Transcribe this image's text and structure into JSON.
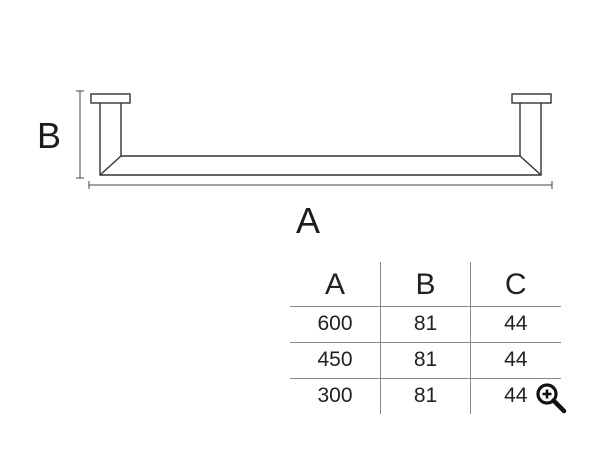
{
  "dimension_labels": {
    "height": "B",
    "width": "A"
  },
  "table": {
    "headers": [
      "A",
      "B",
      "C"
    ],
    "rows": [
      [
        "600",
        "81",
        "44"
      ],
      [
        "450",
        "81",
        "44"
      ],
      [
        "300",
        "81",
        "44"
      ]
    ]
  },
  "icons": {
    "zoom": "zoom-in-icon"
  }
}
